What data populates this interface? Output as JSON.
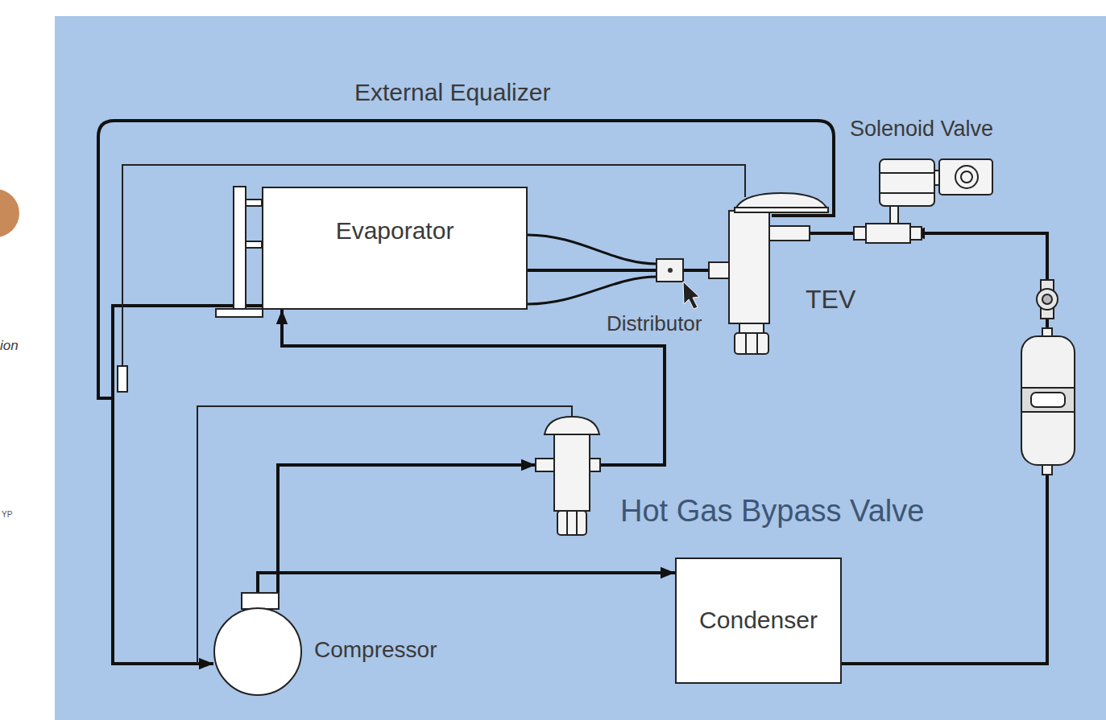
{
  "diagram": {
    "nodes": [
      {
        "text": [
          "Evaporator"
        ]
      },
      {
        "text": [
          "Distributor"
        ]
      },
      {
        "text": [
          "TEV"
        ]
      },
      {
        "text": [
          "Solenoid Valve"
        ]
      },
      {
        "text": [
          "Hot Gas Bypass Valve"
        ]
      },
      {
        "text": [
          "Compressor"
        ]
      },
      {
        "text": [
          "Condenser"
        ]
      }
    ],
    "edges": [
      {
        "from": 5,
        "to": 6,
        "arrow": "to"
      },
      {
        "from": 6,
        "to": 3,
        "arrow": "to"
      },
      {
        "from": 3,
        "to": 2,
        "arrow": "none"
      },
      {
        "from": 2,
        "to": 1,
        "arrow": "none"
      },
      {
        "from": 1,
        "to": 0,
        "arrow": "none"
      },
      {
        "from": 0,
        "to": 5,
        "arrow": "to"
      },
      {
        "from": 5,
        "to": 4,
        "arrow": "to"
      },
      {
        "from": 4,
        "to": 0,
        "arrow": "to"
      }
    ],
    "labels": [
      "External Equalizer",
      "ion",
      "YP"
    ]
  }
}
